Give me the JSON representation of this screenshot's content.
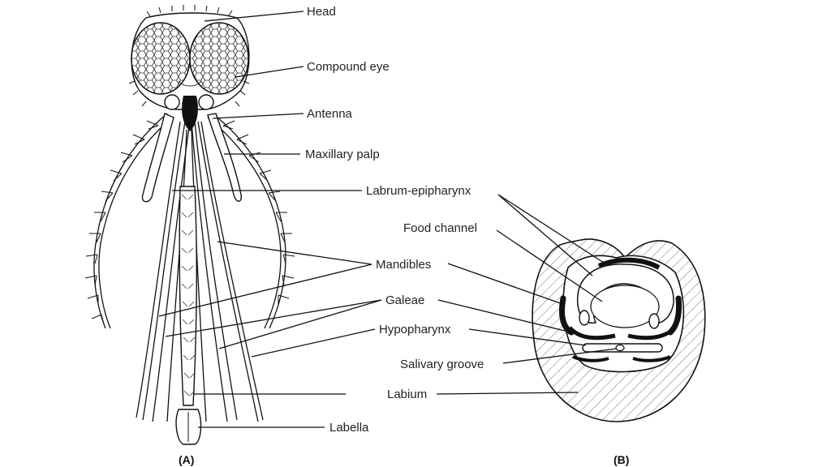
{
  "labels_a": {
    "head": "Head",
    "compound_eye": "Compound eye",
    "antenna": "Antenna",
    "maxillary_palp": "Maxillary palp",
    "labrum_epipharynx": "Labrum-epipharynx",
    "mandibles": "Mandibles",
    "galeae": "Galeae",
    "hypopharynx": "Hypopharynx",
    "labella": "Labella"
  },
  "labels_b": {
    "food_channel": "Food channel",
    "salivary_groove": "Salivary groove",
    "labium": "Labium"
  },
  "captions": {
    "a": "(A)",
    "b": "(B)"
  }
}
